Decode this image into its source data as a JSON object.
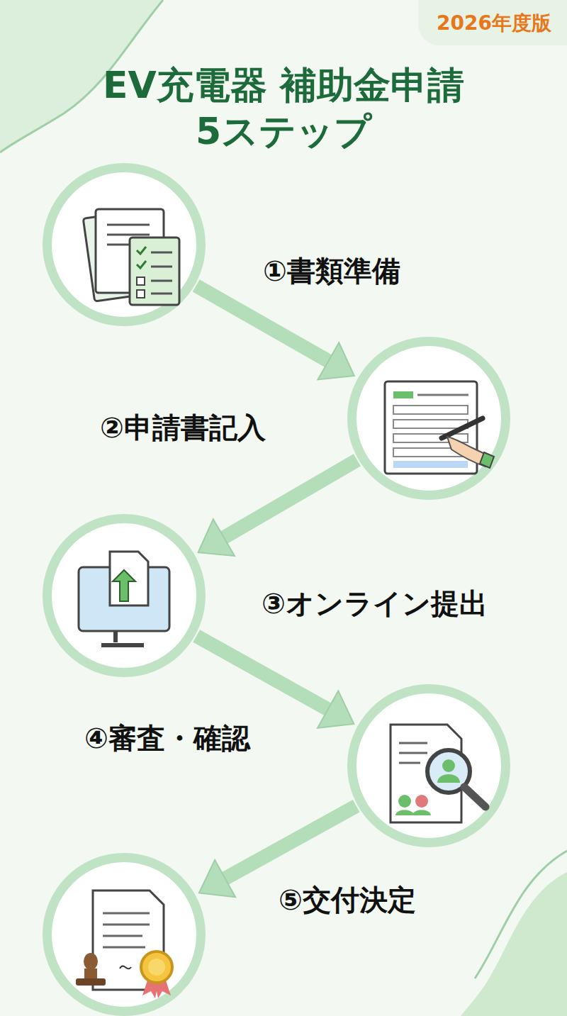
{
  "diagram": {
    "title": "EV充電器 補助金申請 5ステップ",
    "nodes": [
      {
        "text": [
          "①書類準備"
        ]
      },
      {
        "text": [
          "②申請書記入"
        ]
      },
      {
        "text": [
          "③オンライン提出"
        ]
      },
      {
        "text": [
          "④審査・確認"
        ]
      },
      {
        "text": [
          "⑤交付決定"
        ]
      }
    ],
    "edges": [
      {
        "from": 0,
        "to": 1,
        "arrow": "to"
      },
      {
        "from": 1,
        "to": 2,
        "arrow": "to"
      },
      {
        "from": 2,
        "to": 3,
        "arrow": "to"
      },
      {
        "from": 3,
        "to": 4,
        "arrow": "to"
      }
    ],
    "labels": [
      "2026年度版"
    ]
  }
}
